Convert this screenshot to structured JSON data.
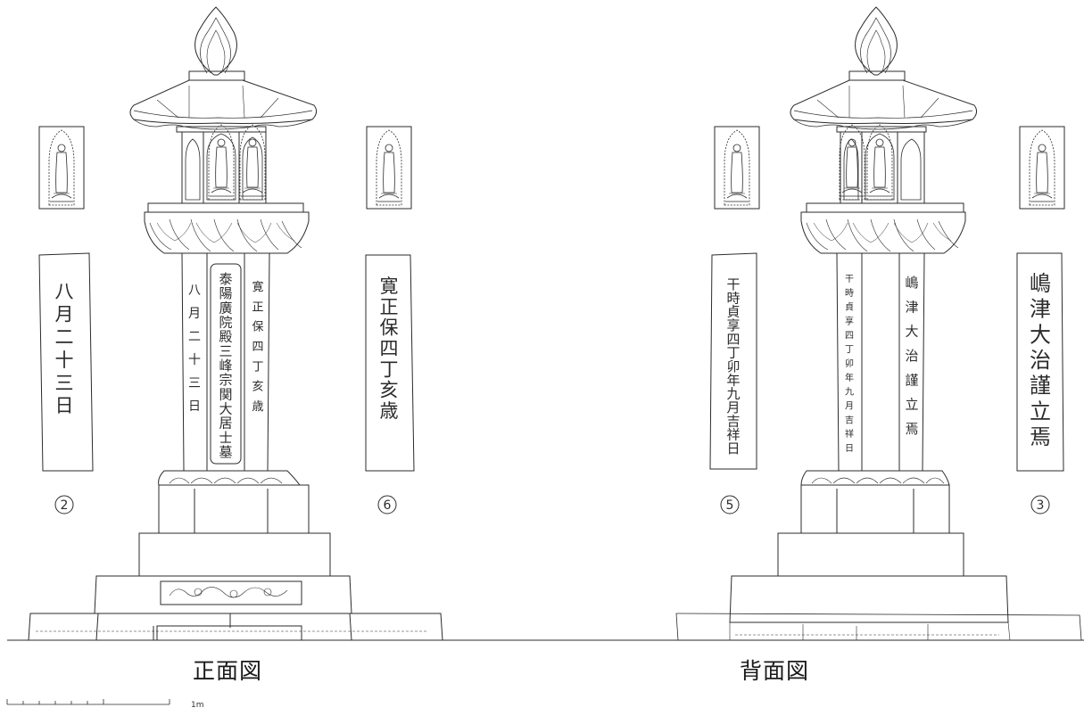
{
  "captions": {
    "front": "正面図",
    "back": "背面図"
  },
  "scale": {
    "label": "1m"
  },
  "panels": {
    "p2": {
      "number": "2",
      "inscription": [
        "八",
        "月",
        "二",
        "十",
        "三",
        "日"
      ]
    },
    "p6": {
      "number": "6",
      "inscription": [
        "寛",
        "正",
        "保",
        "四",
        "丁",
        "亥",
        "歳"
      ]
    },
    "p5": {
      "number": "5",
      "inscription": [
        "干",
        "時",
        "貞",
        "享",
        "四",
        "丁",
        "卯",
        "年",
        "九",
        "月",
        "吉",
        "祥",
        "日"
      ]
    },
    "p3": {
      "number": "3",
      "inscription": [
        "嶋",
        "津",
        "大",
        "治",
        "謹",
        "立",
        "焉"
      ]
    }
  },
  "front_shaft": {
    "center": [
      "泰",
      "陽",
      "廣",
      "院",
      "殿",
      "三",
      "峰",
      "宗",
      "関",
      "大",
      "居",
      "士",
      "墓"
    ],
    "left": [
      "八",
      "月",
      "二",
      "十",
      "三",
      "日"
    ],
    "right": [
      "寛",
      "正",
      "保",
      "四",
      "丁",
      "亥",
      "歳"
    ]
  },
  "back_shaft": {
    "left": [
      "干",
      "時",
      "貞",
      "享",
      "四",
      "丁",
      "卯",
      "年",
      "九",
      "月",
      "吉",
      "祥",
      "日"
    ],
    "right": [
      "嶋",
      "津",
      "大",
      "治",
      "謹",
      "立",
      "焉"
    ]
  },
  "colors": {
    "line": "#2b2b2b",
    "paper": "#ffffff"
  }
}
